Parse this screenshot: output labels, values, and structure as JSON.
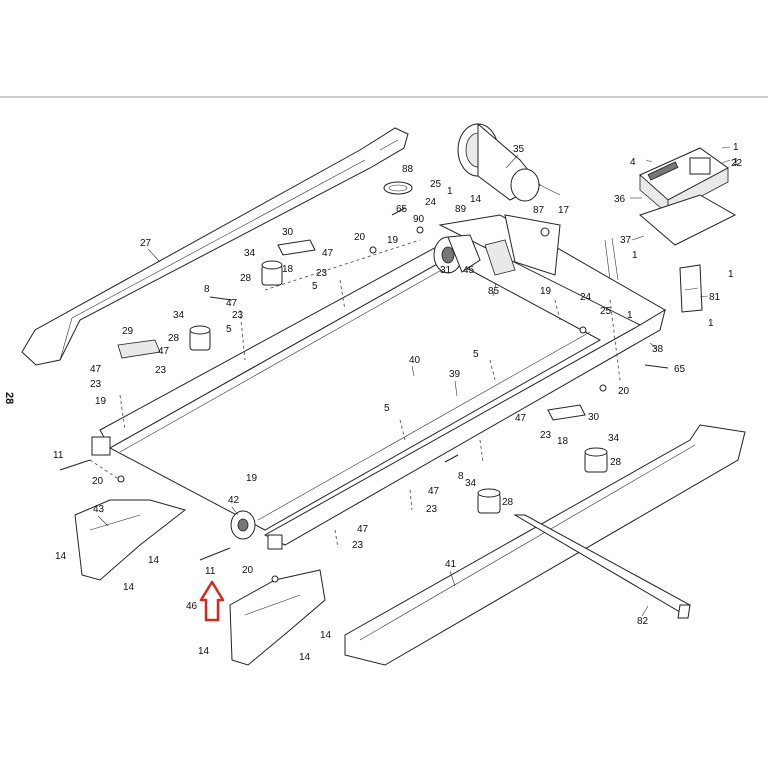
{
  "page_number": "28",
  "highlight_color": "#d9261c",
  "highlight_icon": "up-arrow-icon",
  "callouts": [
    {
      "id": "c27",
      "text": "27"
    },
    {
      "id": "c88",
      "text": "88"
    },
    {
      "id": "c35",
      "text": "35"
    },
    {
      "id": "c1a",
      "text": "1"
    },
    {
      "id": "c1b",
      "text": "1"
    },
    {
      "id": "c4",
      "text": "4"
    },
    {
      "id": "c22",
      "text": "22"
    },
    {
      "id": "c36",
      "text": "36"
    },
    {
      "id": "c25a",
      "text": "25"
    },
    {
      "id": "c24a",
      "text": "24"
    },
    {
      "id": "c1c",
      "text": "1"
    },
    {
      "id": "c65a",
      "text": "65"
    },
    {
      "id": "c90",
      "text": "90"
    },
    {
      "id": "c89",
      "text": "89"
    },
    {
      "id": "c14a",
      "text": "14"
    },
    {
      "id": "c87",
      "text": "87"
    },
    {
      "id": "c17",
      "text": "17"
    },
    {
      "id": "c30a",
      "text": "30"
    },
    {
      "id": "c20a",
      "text": "20"
    },
    {
      "id": "c19a",
      "text": "19"
    },
    {
      "id": "c34a",
      "text": "34"
    },
    {
      "id": "c18a",
      "text": "18"
    },
    {
      "id": "c47a",
      "text": "47"
    },
    {
      "id": "c23a",
      "text": "23"
    },
    {
      "id": "c5a",
      "text": "5"
    },
    {
      "id": "c28a",
      "text": "28"
    },
    {
      "id": "c31",
      "text": "31"
    },
    {
      "id": "c45",
      "text": "45"
    },
    {
      "id": "c85",
      "text": "85"
    },
    {
      "id": "c37",
      "text": "37"
    },
    {
      "id": "c1d",
      "text": "1"
    },
    {
      "id": "c1e",
      "text": "1"
    },
    {
      "id": "c81",
      "text": "81"
    },
    {
      "id": "c1f",
      "text": "1"
    },
    {
      "id": "c8",
      "text": "8"
    },
    {
      "id": "c34b",
      "text": "34"
    },
    {
      "id": "c47b",
      "text": "47"
    },
    {
      "id": "c23b",
      "text": "23"
    },
    {
      "id": "c5b",
      "text": "5"
    },
    {
      "id": "c29",
      "text": "29"
    },
    {
      "id": "c28b",
      "text": "28"
    },
    {
      "id": "c47c",
      "text": "47"
    },
    {
      "id": "c23c",
      "text": "23"
    },
    {
      "id": "c19b",
      "text": "19"
    },
    {
      "id": "c24b",
      "text": "24"
    },
    {
      "id": "c25b",
      "text": "25"
    },
    {
      "id": "c1g",
      "text": "1"
    },
    {
      "id": "c38",
      "text": "38"
    },
    {
      "id": "c5c",
      "text": "5"
    },
    {
      "id": "c40",
      "text": "40"
    },
    {
      "id": "c39",
      "text": "39"
    },
    {
      "id": "c65b",
      "text": "65"
    },
    {
      "id": "c20b",
      "text": "20"
    },
    {
      "id": "c47d",
      "text": "47"
    },
    {
      "id": "c23d",
      "text": "23"
    },
    {
      "id": "c19c",
      "text": "19"
    },
    {
      "id": "c5d",
      "text": "5"
    },
    {
      "id": "c47e",
      "text": "47"
    },
    {
      "id": "c23e",
      "text": "23"
    },
    {
      "id": "c18b",
      "text": "18"
    },
    {
      "id": "c30b",
      "text": "30"
    },
    {
      "id": "c34c",
      "text": "34"
    },
    {
      "id": "c28c",
      "text": "28"
    },
    {
      "id": "c11a",
      "text": "11"
    },
    {
      "id": "c20c",
      "text": "20"
    },
    {
      "id": "c19d",
      "text": "19"
    },
    {
      "id": "c8b",
      "text": "8"
    },
    {
      "id": "c34d",
      "text": "34"
    },
    {
      "id": "c47f",
      "text": "47"
    },
    {
      "id": "c23f",
      "text": "23"
    },
    {
      "id": "c28d",
      "text": "28"
    },
    {
      "id": "c43",
      "text": "43"
    },
    {
      "id": "c42",
      "text": "42"
    },
    {
      "id": "c14b",
      "text": "14"
    },
    {
      "id": "c14c",
      "text": "14"
    },
    {
      "id": "c14d",
      "text": "14"
    },
    {
      "id": "c47g",
      "text": "47"
    },
    {
      "id": "c23g",
      "text": "23"
    },
    {
      "id": "c20d",
      "text": "20"
    },
    {
      "id": "c11b",
      "text": "11"
    },
    {
      "id": "c46",
      "text": "46"
    },
    {
      "id": "c41",
      "text": "41"
    },
    {
      "id": "c14e",
      "text": "14"
    },
    {
      "id": "c14f",
      "text": "14"
    },
    {
      "id": "c14g",
      "text": "14"
    },
    {
      "id": "c82",
      "text": "82"
    }
  ]
}
